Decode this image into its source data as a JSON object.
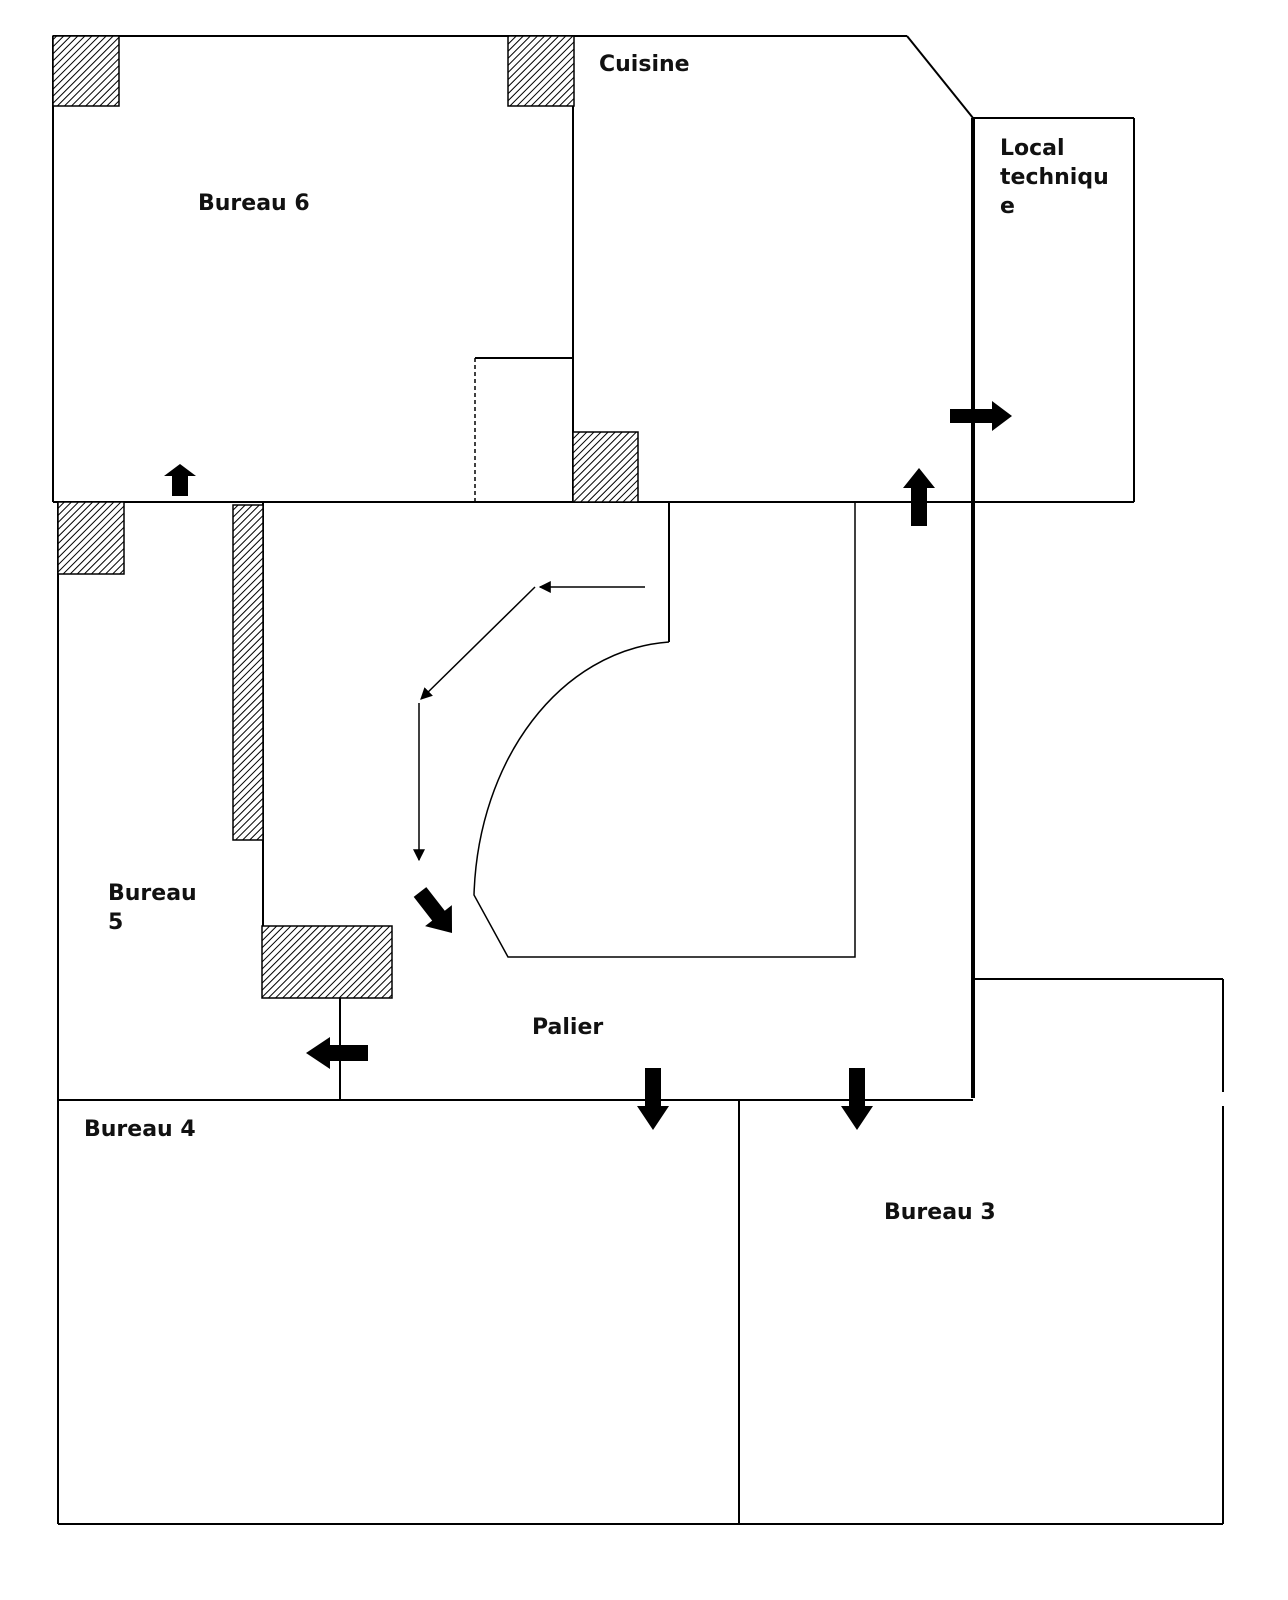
{
  "rooms": {
    "bureau6": "Bureau 6",
    "cuisine": "Cuisine",
    "local_technique": [
      "Local",
      "techniqu",
      "e"
    ],
    "bureau5": [
      "Bureau",
      "5"
    ],
    "palier": "Palier",
    "bureau4": "Bureau 4",
    "bureau3": "Bureau 3"
  },
  "colors": {
    "wall": "#000000",
    "hatch": "#000000",
    "background": "#ffffff"
  }
}
